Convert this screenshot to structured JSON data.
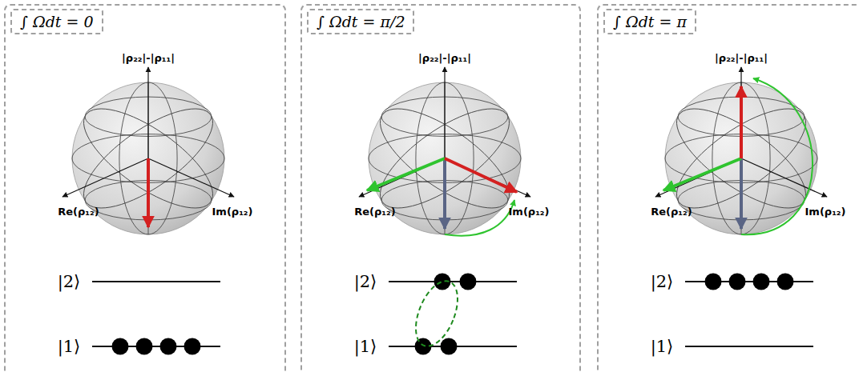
{
  "diagram": {
    "nodes": [
      {
        "text": [
          "∫ Ωdt = 0"
        ]
      },
      {
        "text": [
          "∫ Ωdt = π/2"
        ]
      },
      {
        "text": [
          "∫ Ωdt = π"
        ]
      }
    ],
    "labels": [
      "|ρ₂₂|-|ρ₁₁|",
      "Re(ρ₁₂)",
      "Im(ρ₁₂)",
      "|2⟩",
      "|1⟩",
      "|ρ₂₂|-|ρ₁₁|",
      "Re(ρ₁₂)",
      "Im(ρ₁₂)",
      "|2⟩",
      "|1⟩",
      "|ρ₂₂|-|ρ₁₁|",
      "Re(ρ₁₂)",
      "Im(ρ₁₂)",
      "|2⟩",
      "|1⟩"
    ]
  }
}
